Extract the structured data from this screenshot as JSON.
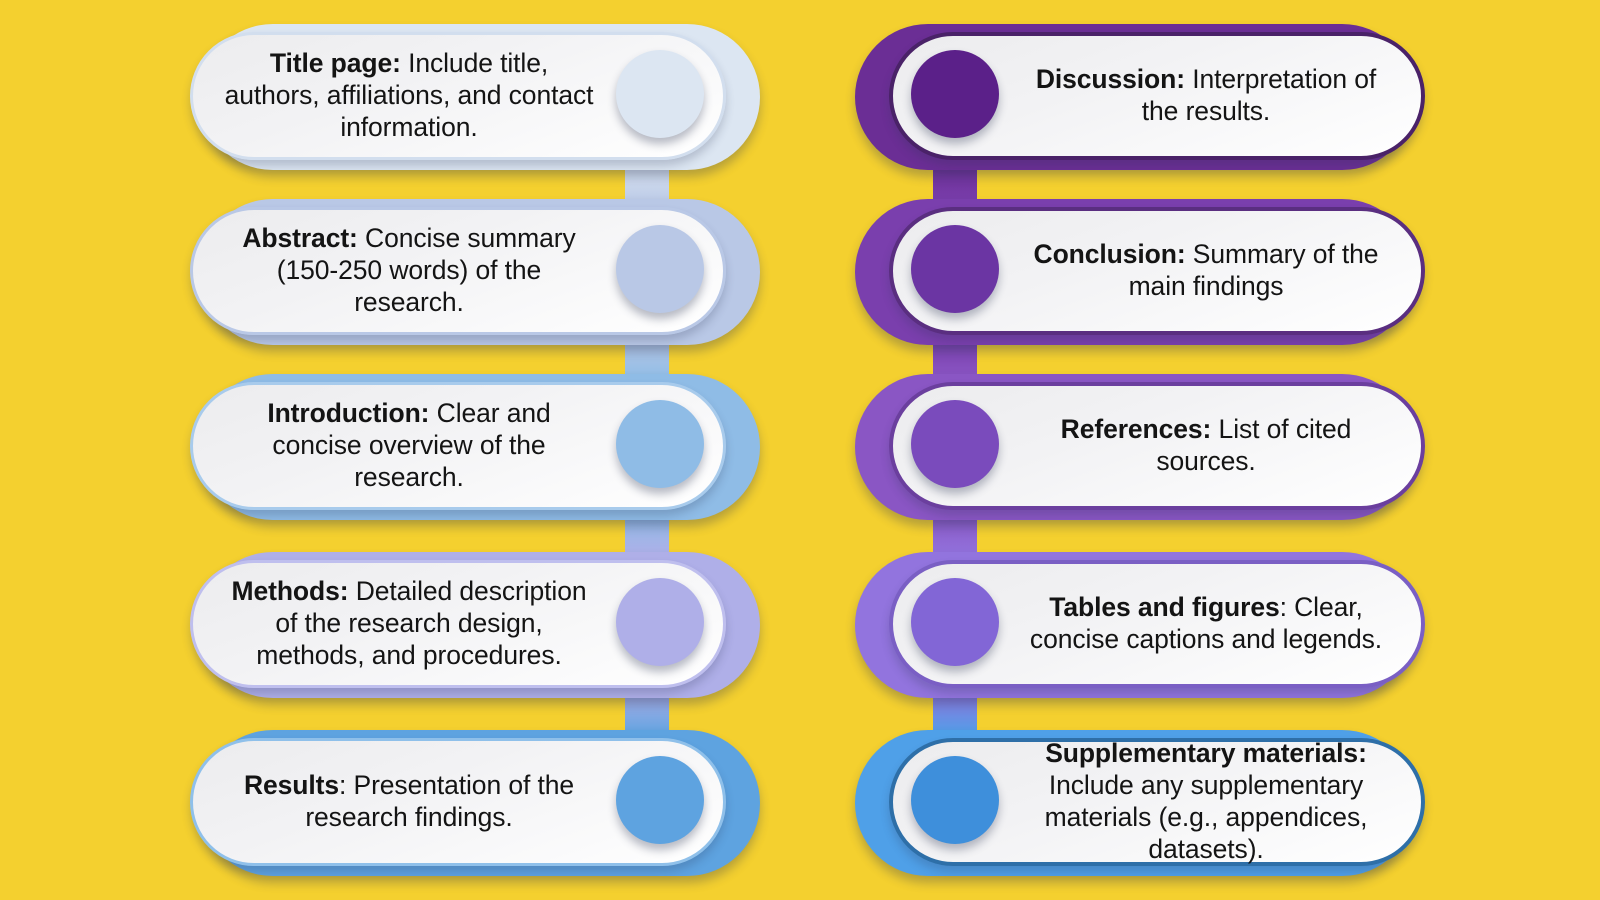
{
  "background_color": "#F4D02F",
  "diagram": {
    "type": "two-column-pill-flow",
    "title_text": "",
    "columns": [
      {
        "name": "left-column",
        "side": "left",
        "items": [
          {
            "id": "title-page",
            "label": "Title page:",
            "body": " Include title, authors, affiliations, and contact information.",
            "accent": "#DCE6F2",
            "knob_color": "#DCE6F2",
            "border_color": "#D2DEEE"
          },
          {
            "id": "abstract",
            "label": "Abstract:",
            "body": " Concise summary (150-250 words) of the research.",
            "accent": "#B9C8E6",
            "knob_color": "#B9C8E6",
            "border_color": "#B9C8E6"
          },
          {
            "id": "introduction",
            "label": "Introduction:",
            "body": " Clear and concise overview of the research.",
            "accent": "#8FBCE6",
            "knob_color": "#8FBCE6",
            "border_color": "#A8CBEC"
          },
          {
            "id": "methods",
            "label": "Methods:",
            "body": " Detailed description of the research design, methods, and procedures.",
            "accent": "#AFAFE8",
            "knob_color": "#AFAFE8",
            "border_color": "#BFBFEE"
          },
          {
            "id": "results",
            "label": "Results",
            "body": ": Presentation of the research findings.",
            "accent": "#5EA3E0",
            "knob_color": "#5EA3E0",
            "border_color": "#8FC0EA"
          }
        ]
      },
      {
        "name": "right-column",
        "side": "right",
        "items": [
          {
            "id": "discussion",
            "label": "Discussion:",
            "body": " Interpretation of the results.",
            "accent": "#6B2E95",
            "knob_color": "#5B2089",
            "border_color": "#4A2268"
          },
          {
            "id": "conclusion",
            "label": "Conclusion:",
            "body": " Summary of the main findings",
            "accent": "#7A3FAD",
            "knob_color": "#6B35A3",
            "border_color": "#5A2E80"
          },
          {
            "id": "references",
            "label": "References:",
            "body": " List of cited sources.",
            "accent": "#8A56C4",
            "knob_color": "#7A4BBC",
            "border_color": "#6B3F9E"
          },
          {
            "id": "tables-and-figures",
            "label": "Tables and figures",
            "body": ": Clear, concise captions and legends.",
            "accent": "#9274DE",
            "knob_color": "#8266D6",
            "border_color": "#7A5FC4"
          },
          {
            "id": "supplementary-materials",
            "label": "Supplementary materials:",
            "body": " Include any supplementary materials (e.g., appendices, datasets).",
            "accent": "#4FA0E8",
            "knob_color": "#3E8FDB",
            "border_color": "#2E6FA8"
          }
        ]
      }
    ],
    "connectors": [
      {
        "column": "left",
        "color": "#C7D6EE"
      },
      {
        "column": "left",
        "color": "#A8C3E8"
      },
      {
        "column": "left",
        "color": "#A8A8E4"
      },
      {
        "column": "left",
        "color": "#7FB4E4"
      },
      {
        "column": "right",
        "color": "#6B2E95"
      },
      {
        "column": "right",
        "color": "#7A3FAD"
      },
      {
        "column": "right",
        "color": "#8A56C4"
      },
      {
        "column": "right",
        "color": "#6FA9E6"
      }
    ]
  }
}
